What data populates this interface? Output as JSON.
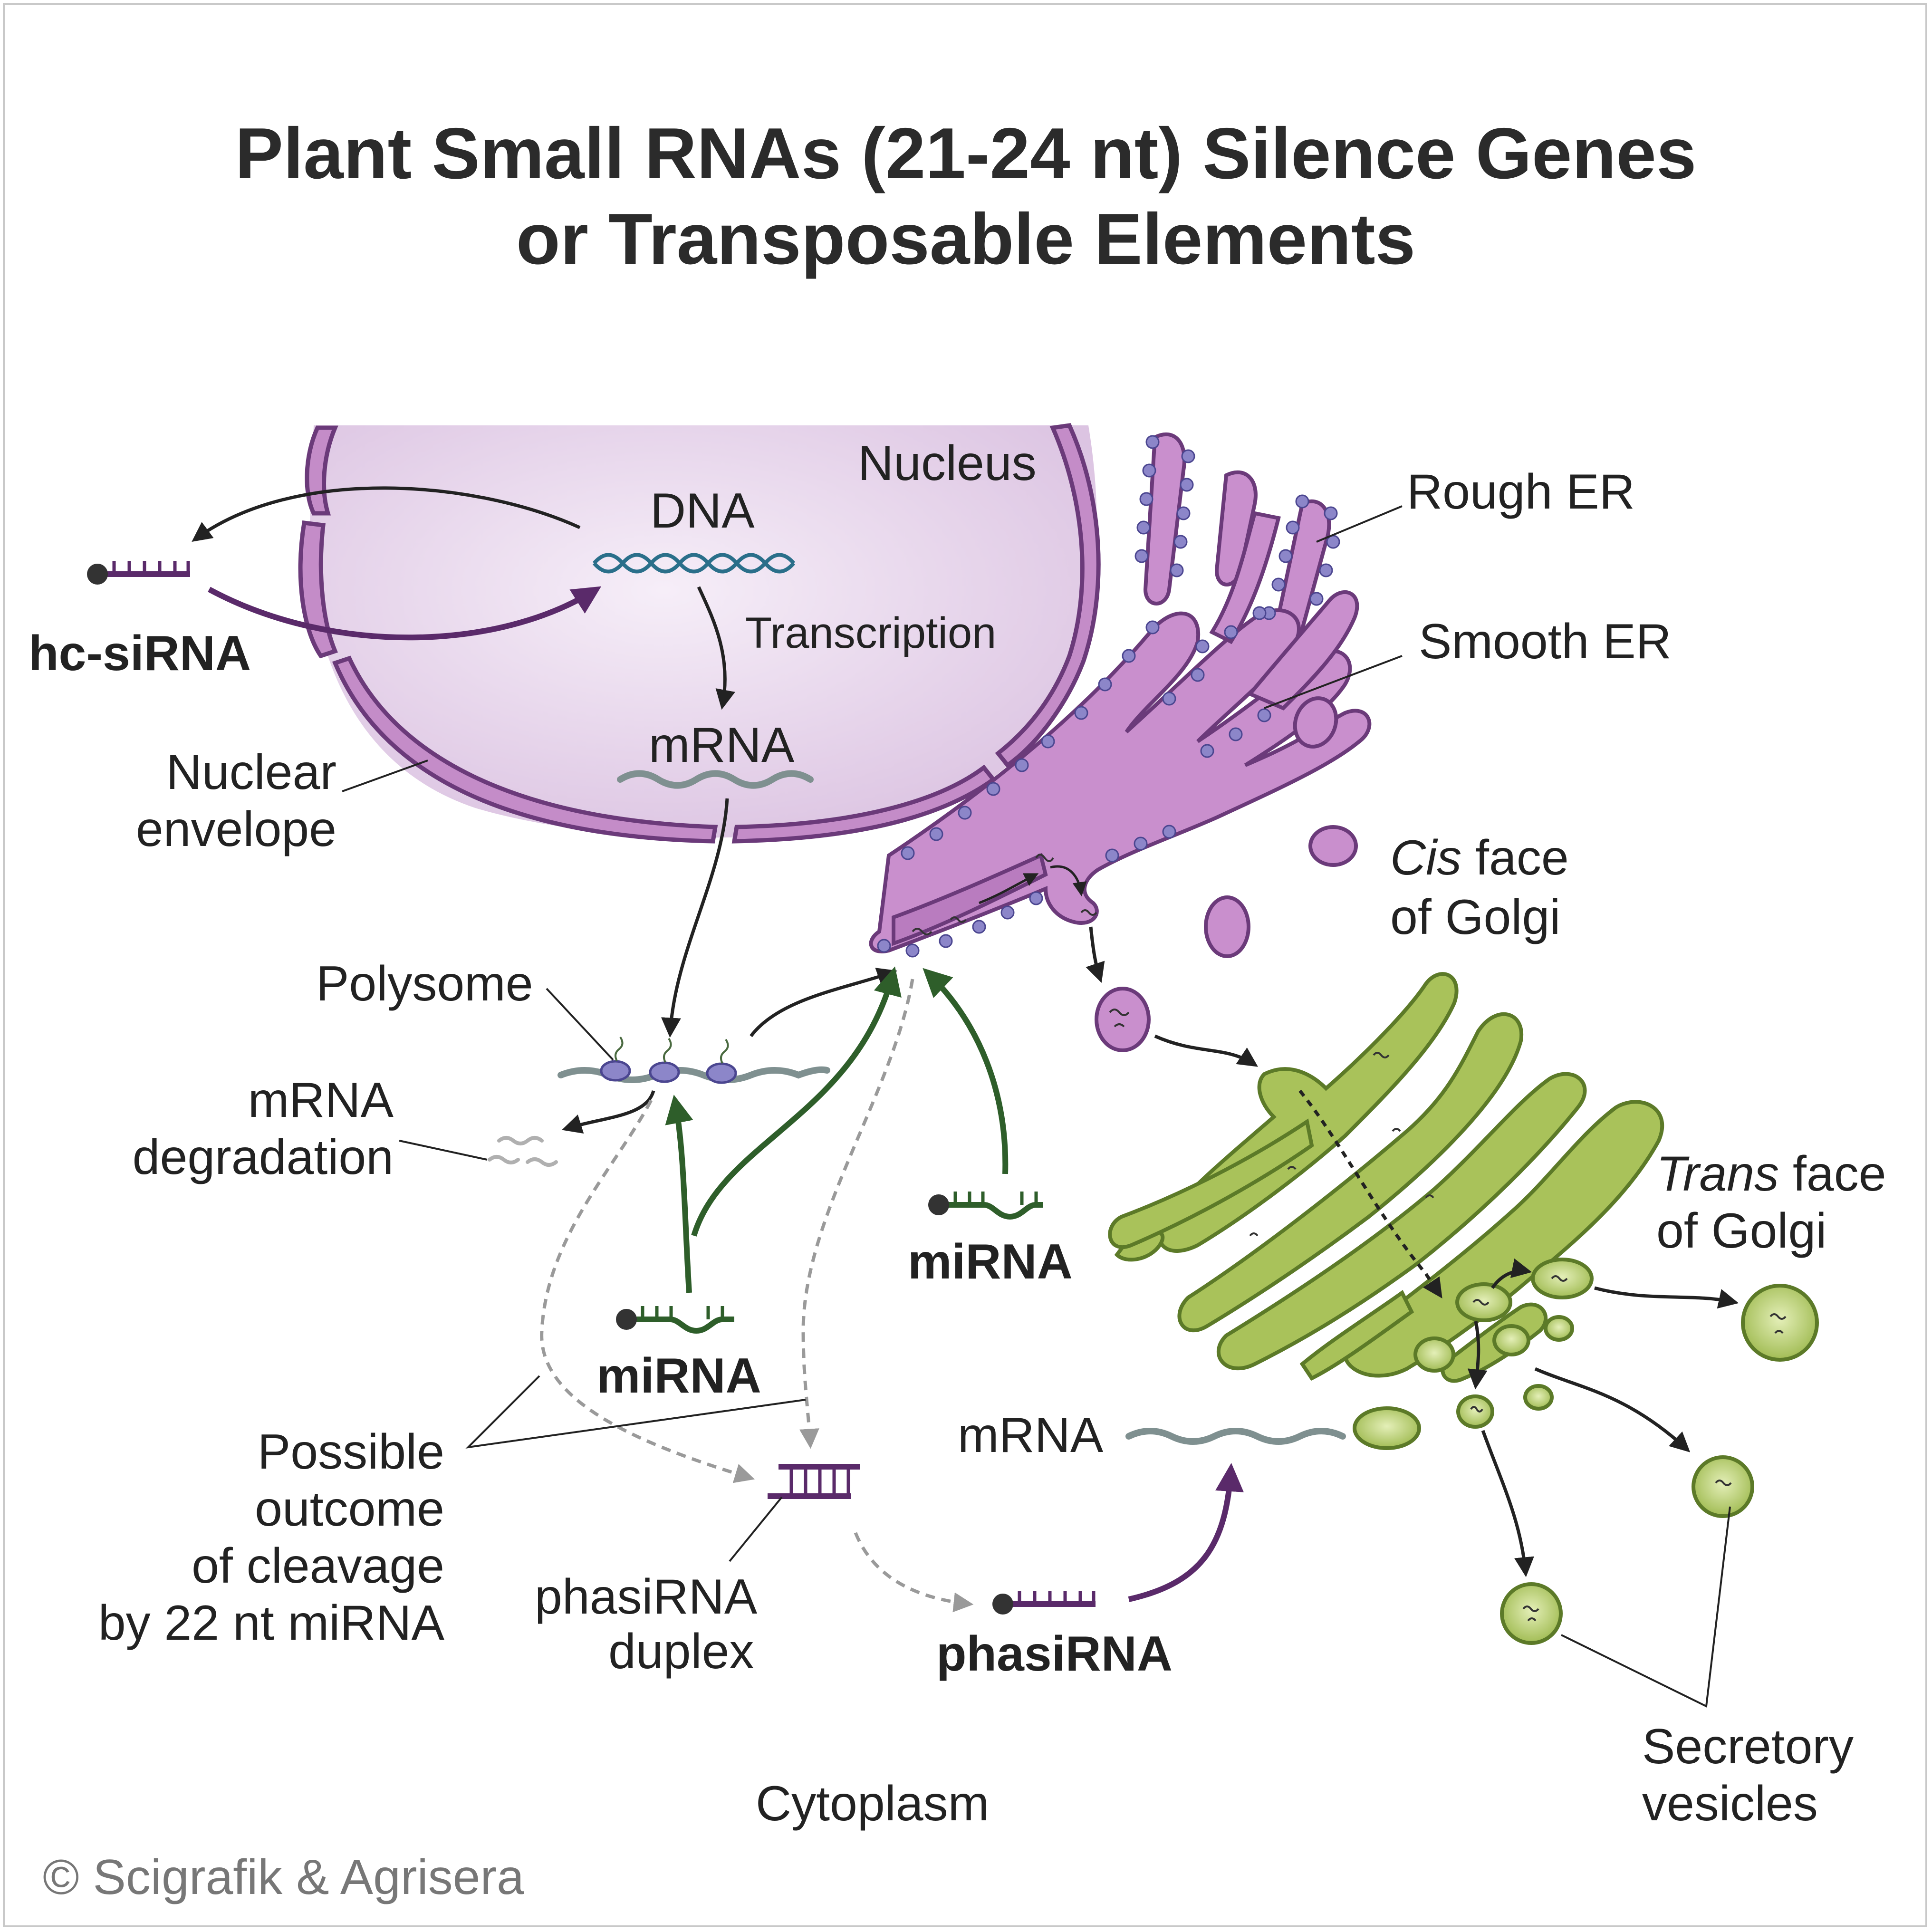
{
  "title": {
    "line1": "Plant Small RNAs (21-24 nt) Silence Genes",
    "line2": "or Transposable Elements"
  },
  "labels": {
    "nucleus": "Nucleus",
    "dna": "DNA",
    "transcription": "Transcription",
    "mrna_nucleus": "mRNA",
    "rough_er": "Rough ER",
    "smooth_er": "Smooth ER",
    "nuclear_envelope_1": "Nuclear",
    "nuclear_envelope_2": "envelope",
    "hc_sirna": "hc-siRNA",
    "polysome": "Polysome",
    "mrna_degradation_1": "mRNA",
    "mrna_degradation_2": "degradation",
    "cis_face_italic": "Cis",
    "cis_face_rest": " face",
    "cis_face_2": "of Golgi",
    "trans_face_italic": "Trans",
    "trans_face_rest": " face",
    "trans_face_2": "of Golgi",
    "mirna_right": "miRNA",
    "mirna_left": "miRNA",
    "possible_outcome_1": "Possible",
    "possible_outcome_2": "outcome",
    "possible_outcome_3": "of cleavage",
    "possible_outcome_4": "by 22 nt miRNA",
    "mrna_cytoplasm": "mRNA",
    "phasirna_duplex_1": "phasiRNA",
    "phasirna_duplex_2": "duplex",
    "phasirna": "phasiRNA",
    "cytoplasm": "Cytoplasm",
    "secretory_1": "Secretory",
    "secretory_2": "vesicles"
  },
  "copyright": "© Scigrafik & Agrisera",
  "colors": {
    "nucleus_fill": "#e8d8ec",
    "envelope": "#c48cc8",
    "envelope_stroke": "#6b3a7a",
    "er_fill": "#c98fcd",
    "ribosome": "#8c86c9",
    "golgi_fill": "#a9c25a",
    "golgi_stroke": "#5c7a28",
    "mirna_green": "#2e5e2a",
    "sirna_purple": "#5a2a6a",
    "dna_blue": "#2a6f8a",
    "mrna_grey": "#7f9090",
    "dashed_grey": "#9a9a9a"
  }
}
